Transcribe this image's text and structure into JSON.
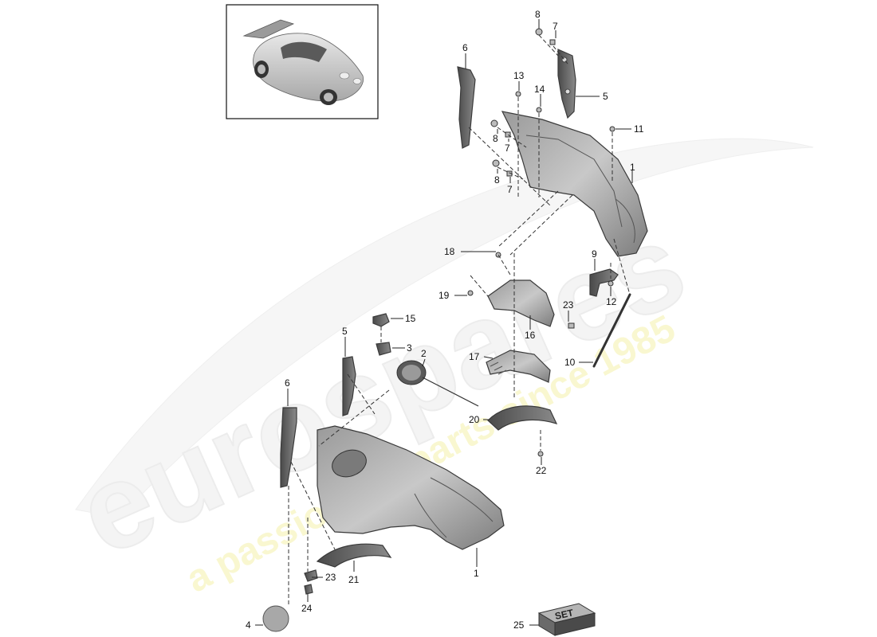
{
  "watermark": {
    "brand": "eurospares",
    "tagline": "a passion for parts since 1985"
  },
  "set_badge": {
    "text": "SET"
  },
  "callouts": [
    {
      "key": "c8a",
      "label": "8"
    },
    {
      "key": "c7a",
      "label": "7"
    },
    {
      "key": "c6a",
      "label": "6"
    },
    {
      "key": "c13",
      "label": "13"
    },
    {
      "key": "c14",
      "label": "14"
    },
    {
      "key": "c5a",
      "label": "5"
    },
    {
      "key": "c8b",
      "label": "8"
    },
    {
      "key": "c7b",
      "label": "7"
    },
    {
      "key": "c11",
      "label": "11"
    },
    {
      "key": "c8c",
      "label": "8"
    },
    {
      "key": "c7c",
      "label": "7"
    },
    {
      "key": "c1a",
      "label": "1"
    },
    {
      "key": "c18",
      "label": "18"
    },
    {
      "key": "c9",
      "label": "9"
    },
    {
      "key": "c19",
      "label": "19"
    },
    {
      "key": "c12",
      "label": "12"
    },
    {
      "key": "c23a",
      "label": "23"
    },
    {
      "key": "c15",
      "label": "15"
    },
    {
      "key": "c16",
      "label": "16"
    },
    {
      "key": "c5b",
      "label": "5"
    },
    {
      "key": "c3",
      "label": "3"
    },
    {
      "key": "c2",
      "label": "2"
    },
    {
      "key": "c17",
      "label": "17"
    },
    {
      "key": "c10",
      "label": "10"
    },
    {
      "key": "c6b",
      "label": "6"
    },
    {
      "key": "c20",
      "label": "20"
    },
    {
      "key": "c22",
      "label": "22"
    },
    {
      "key": "c23b",
      "label": "23"
    },
    {
      "key": "c21",
      "label": "21"
    },
    {
      "key": "c1b",
      "label": "1"
    },
    {
      "key": "c24",
      "label": "24"
    },
    {
      "key": "c4",
      "label": "4"
    },
    {
      "key": "c25",
      "label": "25"
    }
  ]
}
